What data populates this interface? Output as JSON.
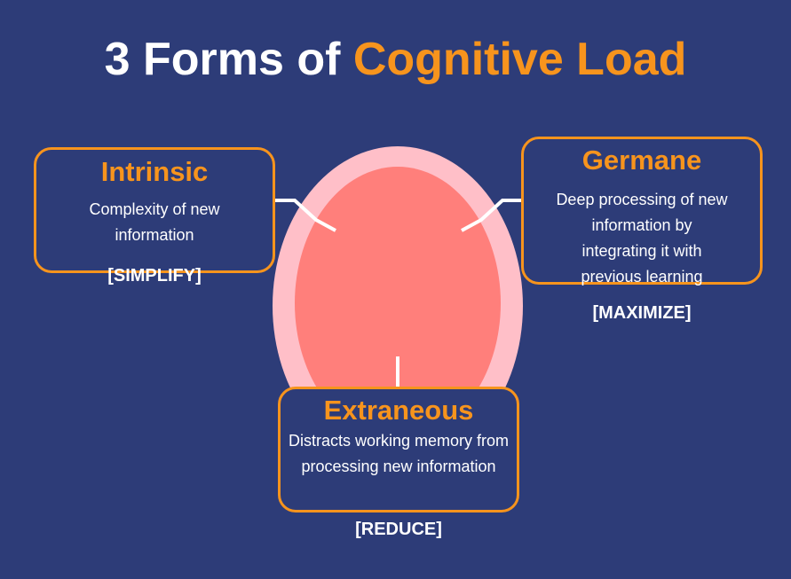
{
  "title": {
    "prefix": "3 Forms of ",
    "highlight": "Cognitive Load"
  },
  "colors": {
    "background": "#2d3c78",
    "accent": "#f7941d",
    "brain_outer": "#ffbfc8",
    "brain_inner": "#ff7f7b",
    "text": "#ffffff"
  },
  "forms": {
    "intrinsic": {
      "name": "Intrinsic",
      "description": "Complexity of new information",
      "action": "[SIMPLIFY]"
    },
    "germane": {
      "name": "Germane",
      "description": "Deep processing of new information by integrating it with previous learning",
      "action": "[MAXIMIZE]"
    },
    "extraneous": {
      "name": "Extraneous",
      "description": "Distracts working memory from processing new information",
      "action": "[REDUCE]"
    }
  }
}
